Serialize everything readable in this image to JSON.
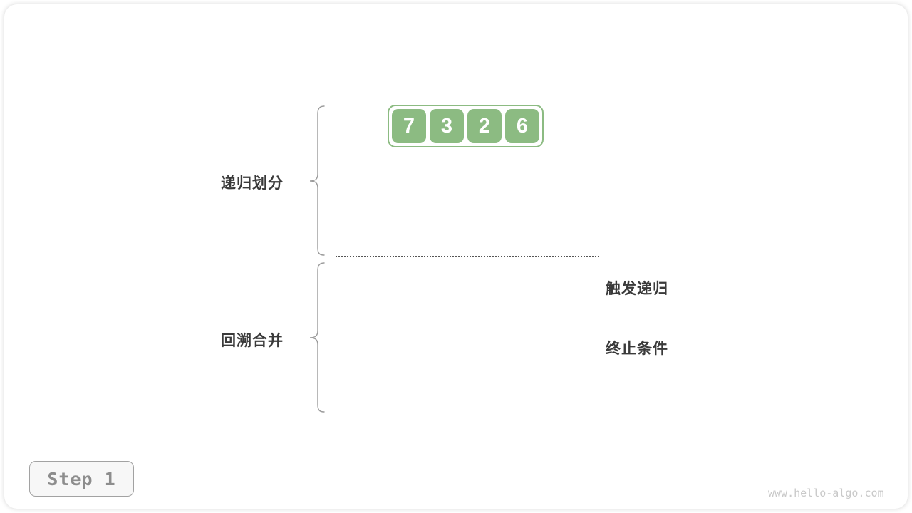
{
  "diagram": {
    "array": {
      "values": [
        "7",
        "3",
        "2",
        "6"
      ]
    },
    "left_labels": {
      "divide": "递归划分",
      "merge": "回溯合并"
    },
    "terminate_label": {
      "line1": "触发递归",
      "line2": "终止条件"
    }
  },
  "step_badge": {
    "label": "Step 1"
  },
  "watermark": {
    "text": "www.hello-algo.com"
  },
  "colors": {
    "array_green": "#8CBB82",
    "label_text": "#3A3A3A",
    "brace_stroke": "#9A9A9A",
    "dotted_line": "#555555",
    "badge_text": "#8D8D8D",
    "watermark_text": "#C9C9C9"
  }
}
